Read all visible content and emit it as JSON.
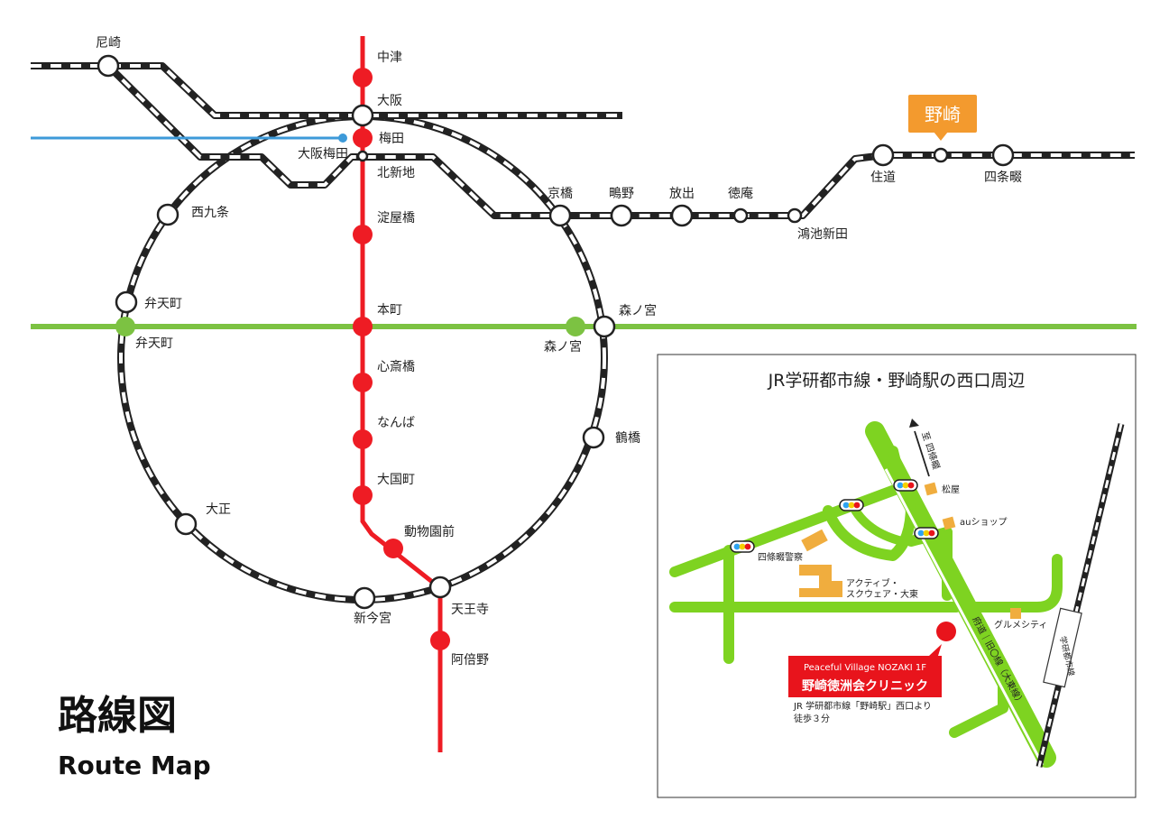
{
  "title": "路線図",
  "subtitle": "Route Map",
  "colors": {
    "midosuji": "#ee1c24",
    "nagahori": "#7cc242",
    "blue_line": "#3d9ad9",
    "jr": "#222222",
    "road": "#7ed321",
    "building": "#f0ad3e",
    "nozaki_badge": "#f39a2e",
    "clinic": "#e8141c"
  },
  "stations": {
    "amagasaki": "尼崎",
    "nakatsu": "中津",
    "osaka": "大阪",
    "umeda": "梅田",
    "osaka_umeda": "大阪梅田",
    "kitashinchi": "北新地",
    "nishikujo": "西九条",
    "yodoyabashi": "淀屋橋",
    "kyobashi": "京橋",
    "shigino": "鴫野",
    "hanaten": "放出",
    "tokuan": "徳庵",
    "konoikeshinden": "鴻池新田",
    "suminodo": "住道",
    "nozaki": "野崎",
    "shijonawate": "四条畷",
    "bentencho_jr": "弁天町",
    "bentencho_metro": "弁天町",
    "honmachi": "本町",
    "morinomiya_jr": "森ノ宮",
    "morinomiya_metro": "森ノ宮",
    "shinsaibashi": "心斎橋",
    "namba": "なんば",
    "tsuruhashi": "鶴橋",
    "daikokucho": "大国町",
    "taisho": "大正",
    "dobutsuenmae": "動物園前",
    "shinimamiya": "新今宮",
    "tennoji": "天王寺",
    "abeno": "阿倍野"
  },
  "inset": {
    "title": "JR学研都市線・野崎駅の西口周辺",
    "direction": "至 四條畷",
    "matsuya": "松屋",
    "au_shop": "auショップ",
    "police": "四條畷警察",
    "active_square_line1": "アクティブ・",
    "active_square_line2": "スクウェア・大東",
    "gourmet_city": "グルメシティ",
    "road_label": "府道｜旧〇線（大東線）",
    "rail_label": "学研都市線",
    "clinic_en": "Peaceful Village NOZAKI 1F",
    "clinic_jp": "野崎徳洲会クリニック",
    "access_line1": "JR 学研都市線「野崎駅」西口より",
    "access_line2": "徒歩３分"
  }
}
